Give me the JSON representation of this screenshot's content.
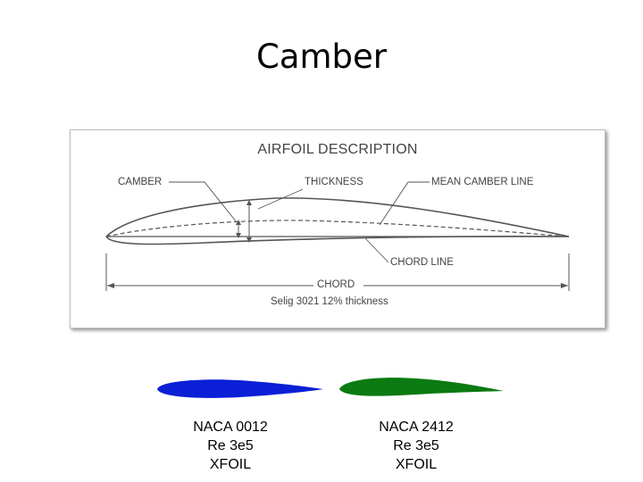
{
  "slide": {
    "title": "Camber"
  },
  "figure": {
    "title": "AIRFOIL DESCRIPTION",
    "labels": {
      "camber": "CAMBER",
      "thickness": "THICKNESS",
      "mean_camber_line": "MEAN CAMBER LINE",
      "chord_line": "CHORD LINE",
      "chord": "CHORD"
    },
    "caption": "Selig 3021 12% thickness"
  },
  "comparisons": [
    {
      "name": "NACA 0012",
      "reynolds": "Re 3e5",
      "solver": "XFOIL",
      "color": "#0a1fd6"
    },
    {
      "name": "NACA 2412",
      "reynolds": "Re 3e5",
      "solver": "XFOIL",
      "color": "#0b7a12"
    }
  ]
}
